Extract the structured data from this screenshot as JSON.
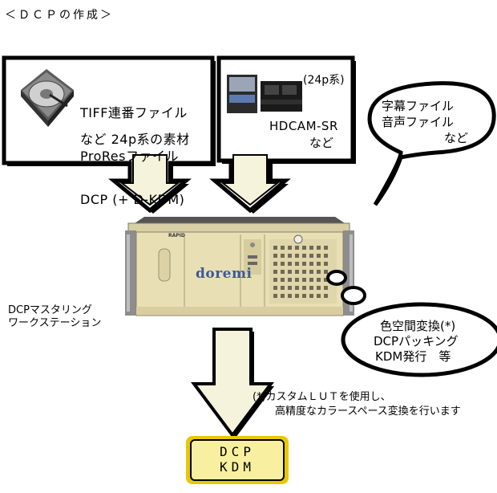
{
  "title": "＜ＤＣＰの作成＞",
  "source_left": {
    "lines": [
      "TIFF連番ファイル",
      "ProResファイル",
      "DCP (+ D-KDM)"
    ],
    "extra": "など 24p系の素材",
    "icon": "hard-disk-icon"
  },
  "source_right": {
    "format_note": "(24p系)",
    "name": "HDCAM-SR",
    "etc": "など",
    "icon": "hdcam-tape-icon"
  },
  "bubble_audio_subs": {
    "lines": [
      "字幕ファイル",
      "音声ファイル",
      "など"
    ]
  },
  "workstation": {
    "label_lines": [
      "DCPマスタリング",
      "ワークステーション"
    ],
    "brand": "doremi",
    "model": "RAPID"
  },
  "processes": {
    "lines": [
      "色空間変換(*)",
      "DCPパッキング",
      "KDM発行　等"
    ]
  },
  "footnote": {
    "line1": "(*)カスタムＬＵＴを使用し、",
    "line2": "高精度なカラースペース変換を行います"
  },
  "output": {
    "line1": "DCP",
    "line2": "KDM"
  },
  "colors": {
    "output_fill": "#f8f0a0",
    "output_border": "#e8c800",
    "arrow_fill": "#f6f3dc",
    "chassis": "#e9dfb4"
  }
}
